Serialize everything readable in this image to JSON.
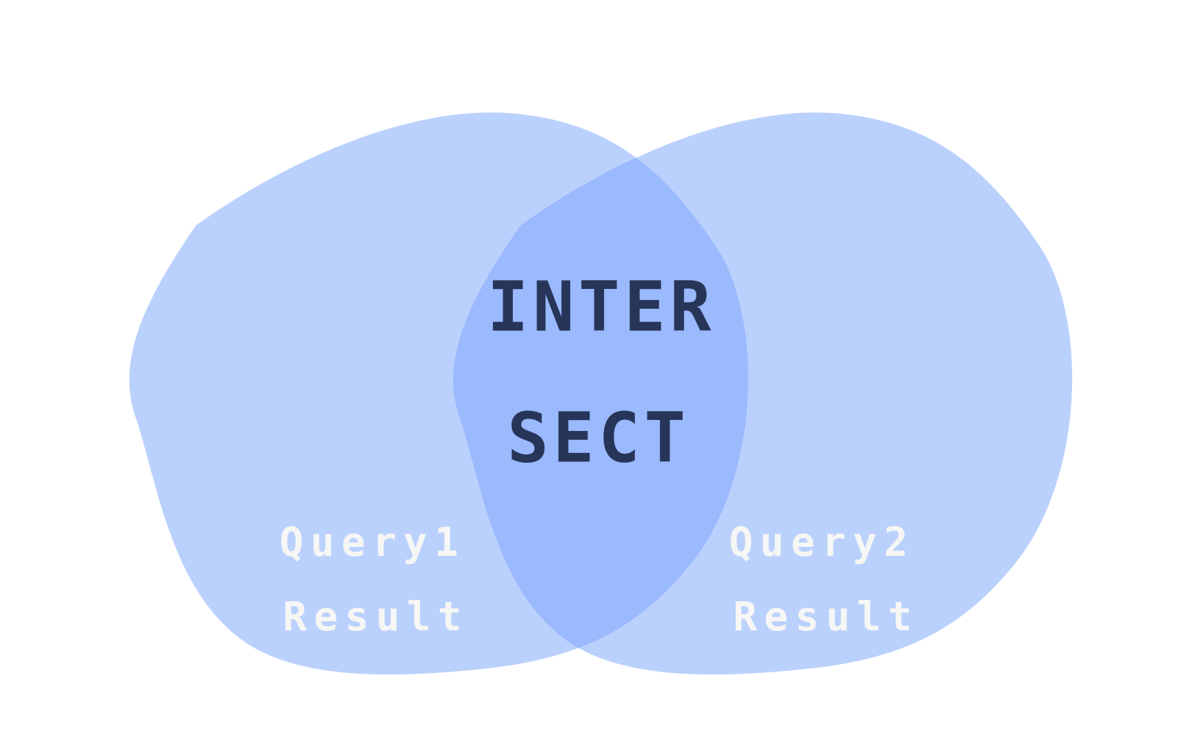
{
  "diagram": {
    "type": "venn",
    "sets": [
      {
        "id": "left",
        "label_line1": "Query1",
        "label_line2": "Result"
      },
      {
        "id": "right",
        "label_line1": "Query2",
        "label_line2": "Result"
      }
    ],
    "intersection": {
      "label_line1": "INTER",
      "label_line2": "SECT"
    }
  },
  "colors": {
    "background": "#ffffff",
    "set_fill": "#bbd1fd",
    "intersection_fill": "#9bb9fd",
    "intersection_text": "#273559",
    "set_text": "#f6f6f4"
  }
}
